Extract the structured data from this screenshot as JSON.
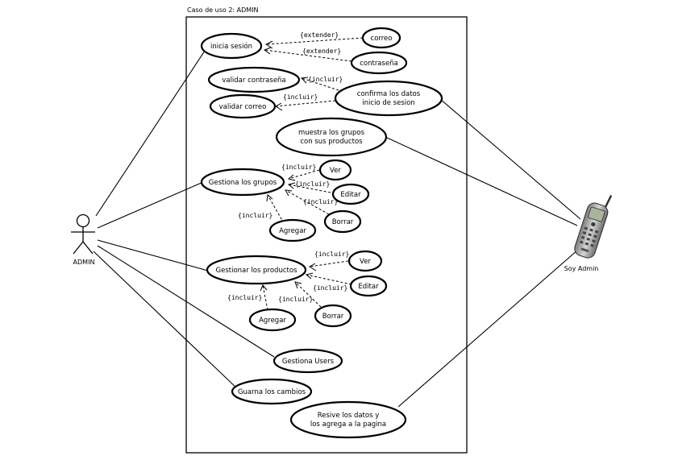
{
  "system": {
    "title": "Caso de uso 2: ADMIN"
  },
  "actors": {
    "admin": {
      "label": "ADMIN"
    },
    "phone": {
      "label": "Soy Admin"
    }
  },
  "use_cases": {
    "inicia_sesion": "inicia sesión",
    "correo": "correo",
    "contrasena": "contraseña",
    "validar_contrasena": "validar contraseña",
    "validar_correo": "validar correo",
    "confirma_l1": "confirma los datos",
    "confirma_l2": "inicio de sesion",
    "muestra_l1": "muestra los grupos",
    "muestra_l2": "con sus productos",
    "gestiona_grupos": "Gestiona los grupos",
    "ver_g": "Ver",
    "editar_g": "Editar",
    "borrar_g": "Borrar",
    "agregar_g": "Agregar",
    "gestionar_productos": "Gestionar los productos",
    "ver_p": "Ver",
    "editar_p": "Editar",
    "borrar_p": "Borrar",
    "agregar_p": "Agregar",
    "gestiona_users": "Gestiona Users",
    "guarda": "Guarna los cambios",
    "resive_l1": "Resive los datos y",
    "resive_l2": "los agrega a la pagina"
  },
  "stereotypes": {
    "extender": "{extender}",
    "incluir": "{incluir}"
  }
}
